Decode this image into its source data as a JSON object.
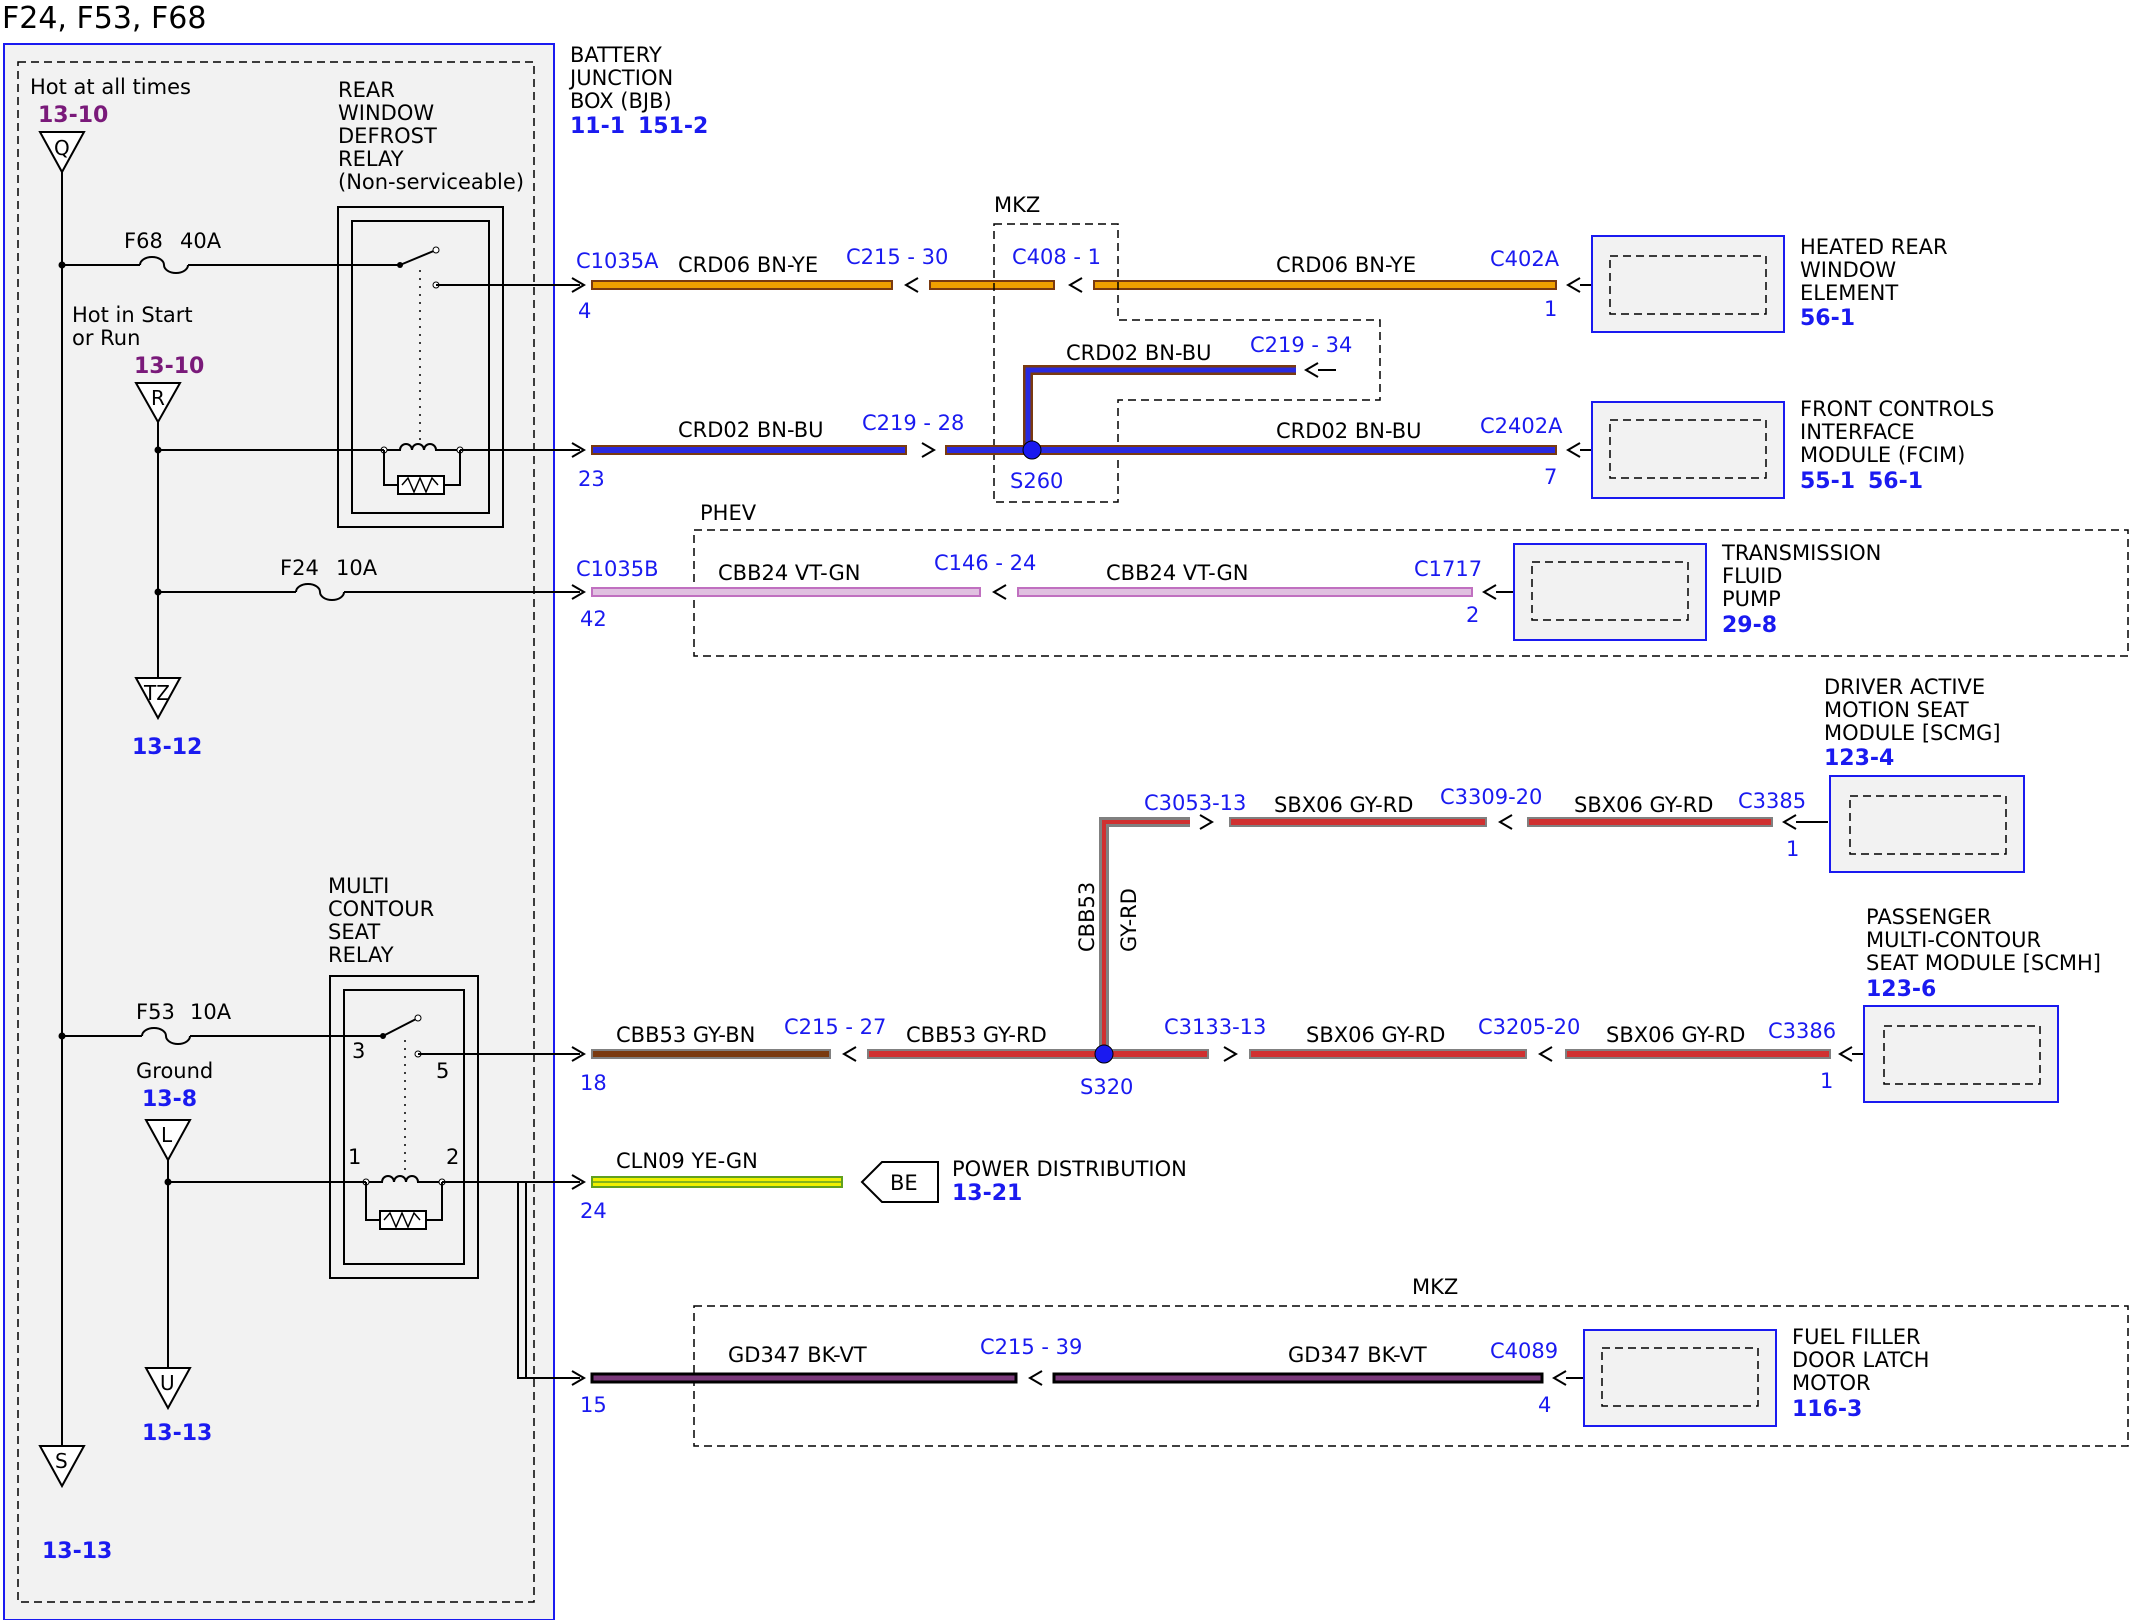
{
  "title": "F24, F53, F68",
  "bjb": {
    "line1": "BATTERY",
    "line2": "JUNCTION",
    "line3": "BOX (BJB)",
    "ref1": "11-1",
    "ref2": "151-2"
  },
  "power": {
    "hot_at_all_times": "Hot at all times",
    "q_ref": "13-10",
    "q_symbol": "Q",
    "hot_start_run_line1": "Hot in Start",
    "hot_start_run_line2": "or Run",
    "r_ref": "13-10",
    "r_symbol": "R",
    "tz_symbol": "TZ",
    "tz_ref": "13-12",
    "ground": "Ground",
    "l_ref": "13-8",
    "l_symbol": "L",
    "u_symbol": "U",
    "u_ref": "13-13",
    "s_symbol": "S",
    "s_ref": "13-13"
  },
  "fuses": {
    "f68_name": "F68",
    "f68_rating": "40A",
    "f24_name": "F24",
    "f24_rating": "10A",
    "f53_name": "F53",
    "f53_rating": "10A"
  },
  "relays": {
    "rear_defrost_line1": "REAR",
    "rear_defrost_line2": "WINDOW",
    "rear_defrost_line3": "DEFROST",
    "rear_defrost_line4": "RELAY",
    "rear_defrost_line5": "(Non-serviceable)",
    "multi_line1": "MULTI",
    "multi_line2": "CONTOUR",
    "multi_line3": "SEAT",
    "multi_line4": "RELAY",
    "pin3": "3",
    "pin5": "5",
    "pin1": "1",
    "pin2": "2"
  },
  "circuits": {
    "c1035a": "C1035A",
    "pin4": "4",
    "crd06_a": "CRD06  BN-YE",
    "c215_30": "C215 - 30",
    "mkz_top": "MKZ",
    "c408_1": "C408 - 1",
    "crd06_b": "CRD06  BN-YE",
    "c402a": "C402A",
    "pin1_heated": "1",
    "crd02_branch": "CRD02  BN-BU",
    "c219_34": "C219 - 34",
    "pin23": "23",
    "crd02_a": "CRD02  BN-BU",
    "c219_28": "C219 - 28",
    "s260": "S260",
    "crd02_b": "CRD02  BN-BU",
    "c2402a": "C2402A",
    "pin7": "7",
    "phev": "PHEV",
    "c1035b": "C1035B",
    "pin42": "42",
    "cbb24_a": "CBB24 VT-GN",
    "c146_24": "C146 - 24",
    "cbb24_b": "CBB24 VT-GN",
    "c1717": "C1717",
    "pin2_pump": "2",
    "c3053_13": "C3053-13",
    "sbx06_a": "SBX06  GY-RD",
    "c3309_20": "C3309-20",
    "sbx06_b": "SBX06  GY-RD",
    "c3385": "C3385",
    "pin1_scmg": "1",
    "cbb53_vert": "CBB53",
    "gyrd_vert": "GY-RD",
    "pin18": "18",
    "cbb53_gybn": "CBB53  GY-BN",
    "c215_27": "C215 - 27",
    "cbb53_gyrd": "CBB53  GY-RD",
    "s320": "S320",
    "c3133_13": "C3133-13",
    "sbx06_c": "SBX06  GY-RD",
    "c3205_20": "C3205-20",
    "sbx06_d": "SBX06  GY-RD",
    "c3386": "C3386",
    "pin1_scmh": "1",
    "cln09": "CLN09  YE-GN",
    "pin24": "24",
    "be": "BE",
    "power_dist": "POWER DISTRIBUTION",
    "power_dist_ref": "13-21",
    "mkz_bottom": "MKZ",
    "gd347_a": "GD347  BK-VT",
    "c215_39": "C215 - 39",
    "gd347_b": "GD347  BK-VT",
    "c4089": "C4089",
    "pin15": "15",
    "pin4_fuel": "4"
  },
  "components": {
    "heated_line1": "HEATED REAR",
    "heated_line2": "WINDOW",
    "heated_line3": "ELEMENT",
    "heated_ref": "56-1",
    "fcim_line1": "FRONT CONTROLS",
    "fcim_line2": "INTERFACE",
    "fcim_line3": "MODULE (FCIM)",
    "fcim_ref1": "55-1",
    "fcim_ref2": "56-1",
    "pump_line1": "TRANSMISSION",
    "pump_line2": "FLUID",
    "pump_line3": "PUMP",
    "pump_ref": "29-8",
    "scmg_line1": "DRIVER ACTIVE",
    "scmg_line2": "MOTION SEAT",
    "scmg_line3": "MODULE [SCMG]",
    "scmg_ref": "123-4",
    "scmh_line1": "PASSENGER",
    "scmh_line2": "MULTI-CONTOUR",
    "scmh_line3": "SEAT MODULE [SCMH]",
    "scmh_ref": "123-6",
    "fuel_line1": "FUEL FILLER",
    "fuel_line2": "DOOR LATCH",
    "fuel_line3": "MOTOR",
    "fuel_ref": "116-3"
  },
  "colors": {
    "blue_ref": "#1a1af0",
    "purple_ref": "#7a1a7a",
    "wire_bn": "#7a3a10",
    "wire_ye": "#f0a000",
    "wire_bu": "#2a2ae0",
    "wire_vt": "#c070c0",
    "wire_gn": "#60c060",
    "wire_gy": "#808080",
    "wire_rd": "#d03030",
    "wire_bk": "#000000"
  }
}
